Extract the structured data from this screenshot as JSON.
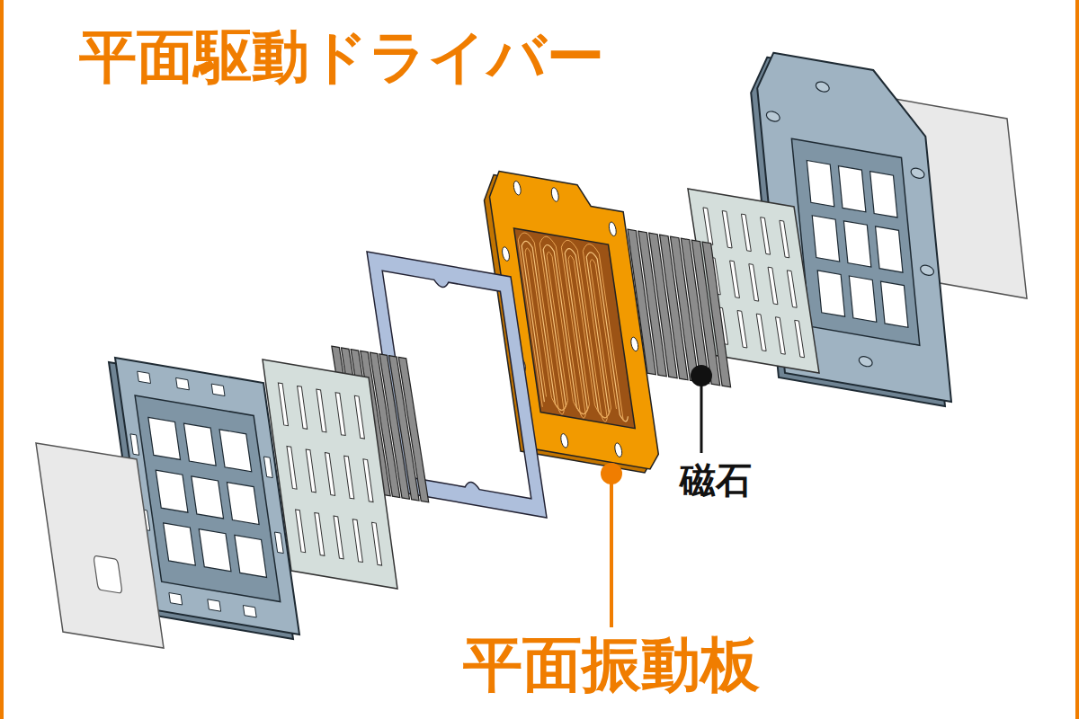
{
  "diagram": {
    "title": "平面駆動ドライバー",
    "labels": [
      "磁石",
      "平面振動板"
    ]
  }
}
